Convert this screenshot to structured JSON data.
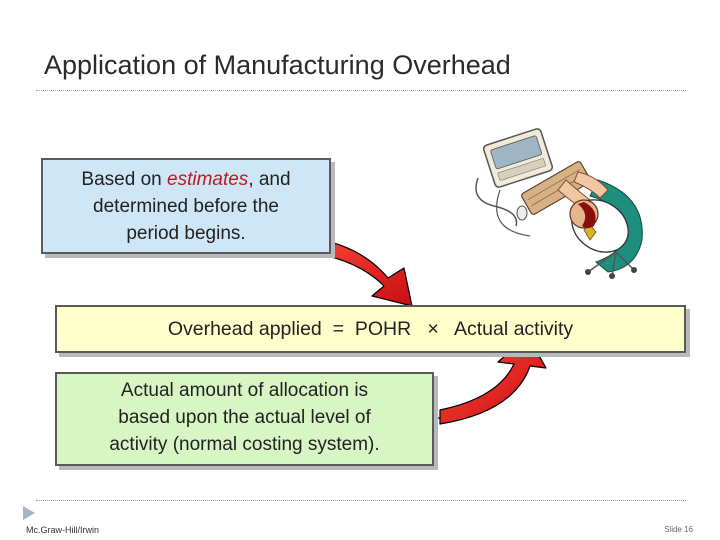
{
  "slide": {
    "title": "Application of Manufacturing Overhead",
    "estimates_box": {
      "prefix": "Based on ",
      "emphasis": "estimates",
      "line1_suffix": ", and",
      "line2": "determined before the",
      "line3": "period begins."
    },
    "formula": "Overhead applied  =  POHR   ×   Actual activity",
    "actual_box": {
      "line1": "Actual amount of allocation is",
      "line2": "based upon the actual level of",
      "line3": "activity (normal costing system)."
    },
    "footer": {
      "publisher": "Mc.Graw-Hill/Irwin",
      "slide_number": "Slide 16"
    },
    "colors": {
      "arrow_red": "#e5131a",
      "estimates_box_bg": "#cfe6f6",
      "formula_box_bg": "#ffffcc",
      "actual_box_bg": "#d8f5c4",
      "emphasis_red": "#c0181b"
    },
    "icons": [
      "person-at-computer-clipart",
      "red-curved-arrow",
      "triangle-bullet-icon"
    ]
  }
}
